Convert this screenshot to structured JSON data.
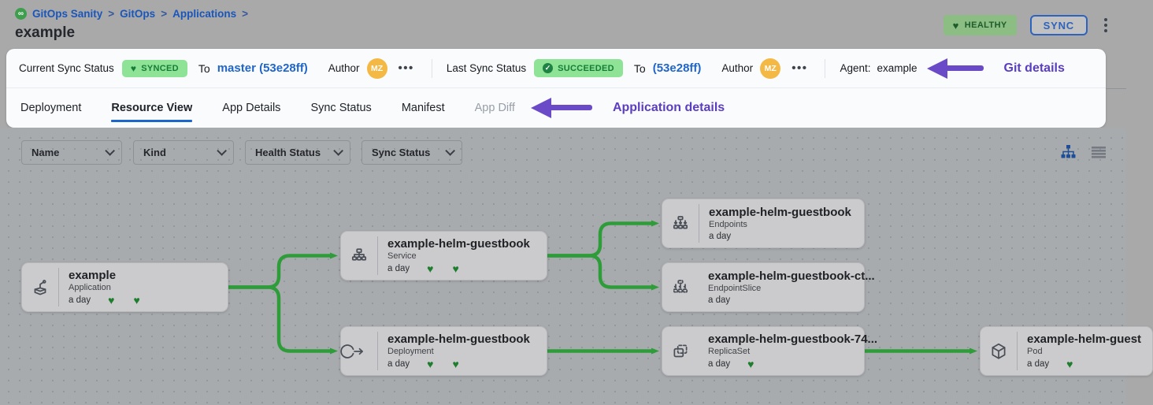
{
  "icons": {
    "heart": "♥",
    "check": "✓",
    "ellipsis": "•••",
    "infinity": "∞"
  },
  "breadcrumb": {
    "items": [
      "GitOps Sanity",
      "GitOps",
      "Applications"
    ],
    "separator": ">"
  },
  "header": {
    "title": "example",
    "health_badge": "HEALTHY",
    "sync_button": "SYNC"
  },
  "status_bar": {
    "current": {
      "label": "Current Sync Status",
      "badge": "SYNCED",
      "to_label": "To",
      "revision": "master (53e28ff)",
      "author_label": "Author",
      "author_initials": "MZ"
    },
    "last": {
      "label": "Last Sync Status",
      "badge": "SUCCEEDED",
      "to_label": "To",
      "revision": "(53e28ff)",
      "author_label": "Author",
      "author_initials": "MZ"
    },
    "agent": {
      "label": "Agent:",
      "value": "example"
    },
    "callout": "Git details"
  },
  "tabs": {
    "items": [
      {
        "label": "Deployment"
      },
      {
        "label": "Resource View"
      },
      {
        "label": "App Details"
      },
      {
        "label": "Sync Status"
      },
      {
        "label": "Manifest"
      },
      {
        "label": "App Diff"
      }
    ],
    "callout": "Application details"
  },
  "filters": {
    "items": [
      {
        "label": "Name"
      },
      {
        "label": "Kind"
      },
      {
        "label": "Health Status"
      },
      {
        "label": "Sync Status"
      }
    ]
  },
  "graph": {
    "edge_color": "#2f9c3a",
    "nodes": [
      {
        "title": "example",
        "kind": "Application",
        "age": "a day"
      },
      {
        "title": "example-helm-guestbook",
        "kind": "Service",
        "age": "a day"
      },
      {
        "title": "example-helm-guestbook",
        "kind": "Deployment",
        "age": "a day"
      },
      {
        "title": "example-helm-guestbook",
        "kind": "Endpoints",
        "age": "a day"
      },
      {
        "title": "example-helm-guestbook-ct...",
        "kind": "EndpointSlice",
        "age": "a day"
      },
      {
        "title": "example-helm-guestbook-74...",
        "kind": "ReplicaSet",
        "age": "a day"
      },
      {
        "title": "example-helm-guest",
        "kind": "Pod",
        "age": "a day"
      }
    ]
  }
}
